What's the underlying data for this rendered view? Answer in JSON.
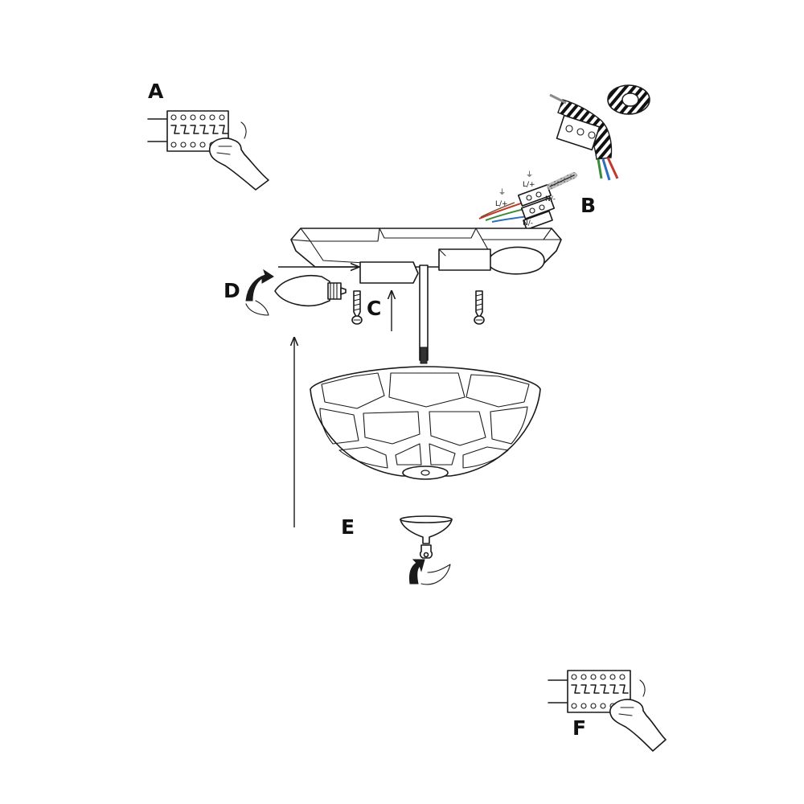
{
  "steps": {
    "a": "A",
    "b": "B",
    "c": "C",
    "d": "D",
    "e": "E",
    "f": "F"
  },
  "wire_labels": {
    "live_top": "L/+",
    "live_left": "L/+",
    "neutral_right": "N/-",
    "neutral_bottom": "N/-",
    "earth_top": "⏚",
    "earth_left": "⏚"
  },
  "colors": {
    "line": "#1a1a1a",
    "wire_red": "#c0392b",
    "wire_green": "#3a8a3a",
    "wire_blue": "#2c6fbf",
    "wire_brown": "#7a4b2a"
  }
}
